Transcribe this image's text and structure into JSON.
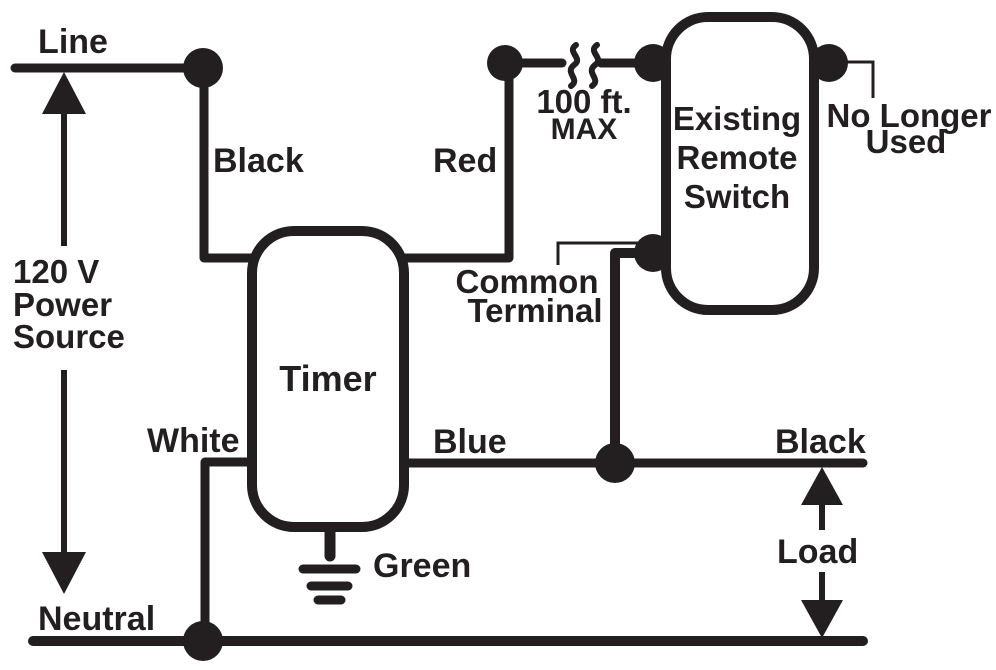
{
  "diagram": {
    "type": "wiring-diagram",
    "description": "Timer wiring to existing remote switch, 120 V power source",
    "colors": {
      "ink": "#231f20",
      "background": "#ffffff"
    },
    "labels": {
      "line": "Line",
      "power_source": [
        "120 V",
        "Power",
        "Source"
      ],
      "neutral": "Neutral",
      "black_feed": "Black",
      "red": "Red",
      "cable_length": [
        "100 ft.",
        "MAX"
      ],
      "remote_switch": [
        "Existing",
        "Remote",
        "Switch"
      ],
      "no_longer_used": [
        "No Longer",
        "Used"
      ],
      "common_terminal": [
        "Common",
        "Terminal"
      ],
      "timer": "Timer",
      "white": "White",
      "blue": "Blue",
      "black_load": "Black",
      "green": "Green",
      "load": "Load"
    }
  }
}
